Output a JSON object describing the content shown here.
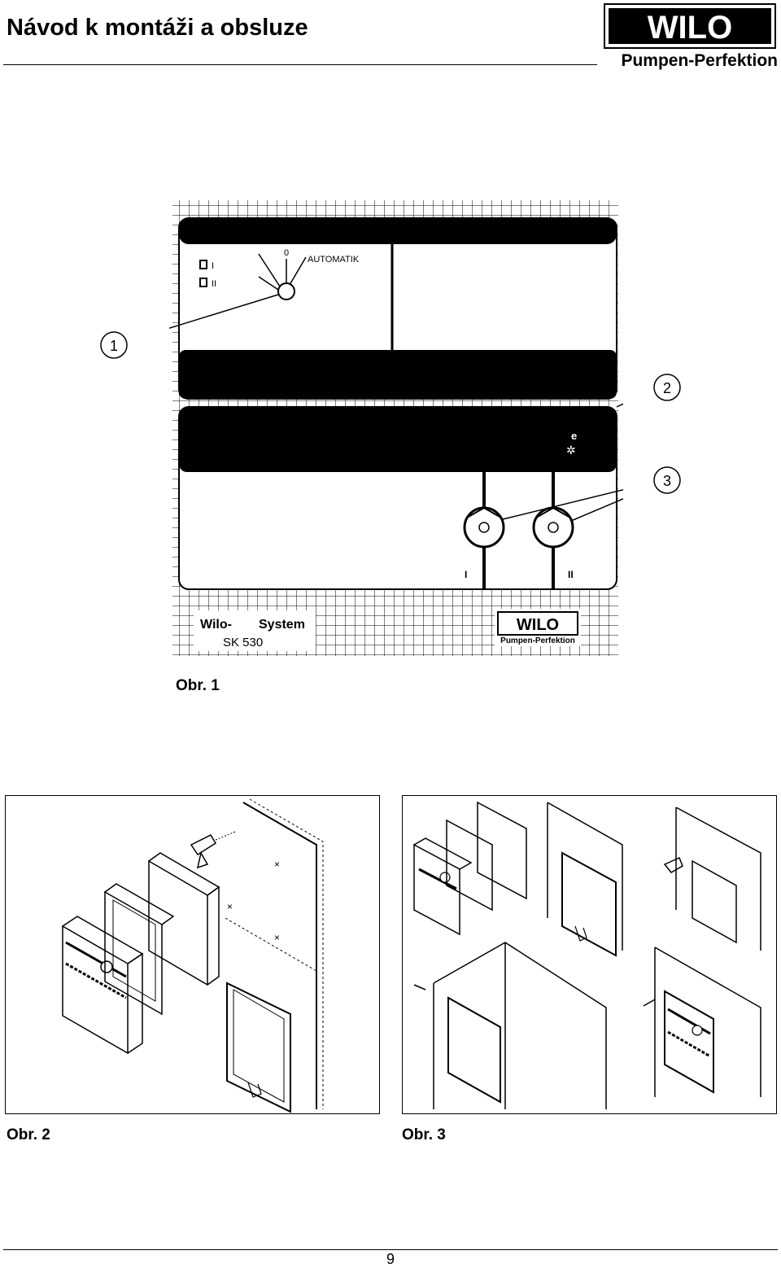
{
  "header": {
    "title": "Návod k montáži a obsluze",
    "logo_text": "WILO",
    "tagline": "Pumpen-Perfektion"
  },
  "figure1": {
    "caption": "Obr. 1",
    "switch_labels": {
      "pos_0": "0",
      "pos_automatik": "AUTOMATIK",
      "pump_i": "I",
      "pump_ii": "II"
    },
    "callouts": [
      "1",
      "2",
      "3"
    ],
    "pump_labels": [
      "I",
      "II"
    ],
    "brand_line1": "Wilo-",
    "brand_line2": "System",
    "model": "SK 530",
    "small_logo": "WILO",
    "small_tagline": "Pumpen-Perfektion"
  },
  "figure2": {
    "caption": "Obr. 2"
  },
  "figure3": {
    "caption": "Obr. 3"
  },
  "footer": {
    "page_number": "9"
  }
}
